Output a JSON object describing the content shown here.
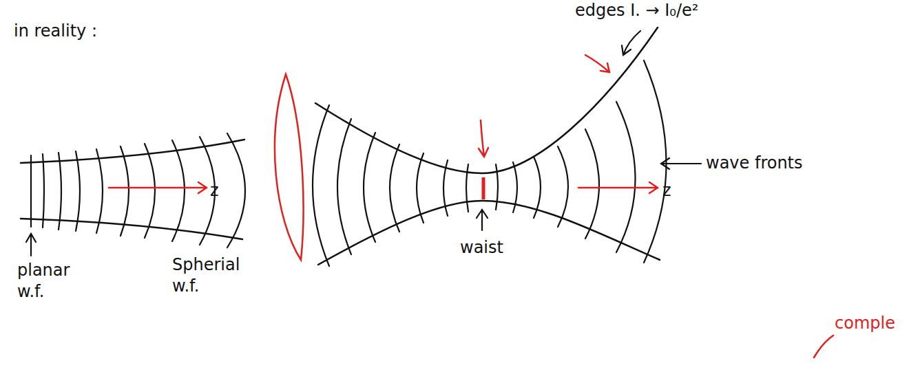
{
  "diagram": {
    "labels": [
      "in reality :",
      "edges I. → I₀/e²",
      "planar w.f.",
      "Spherial w.f.",
      "waist",
      "wave fronts",
      "z",
      "z",
      "comple"
    ]
  }
}
